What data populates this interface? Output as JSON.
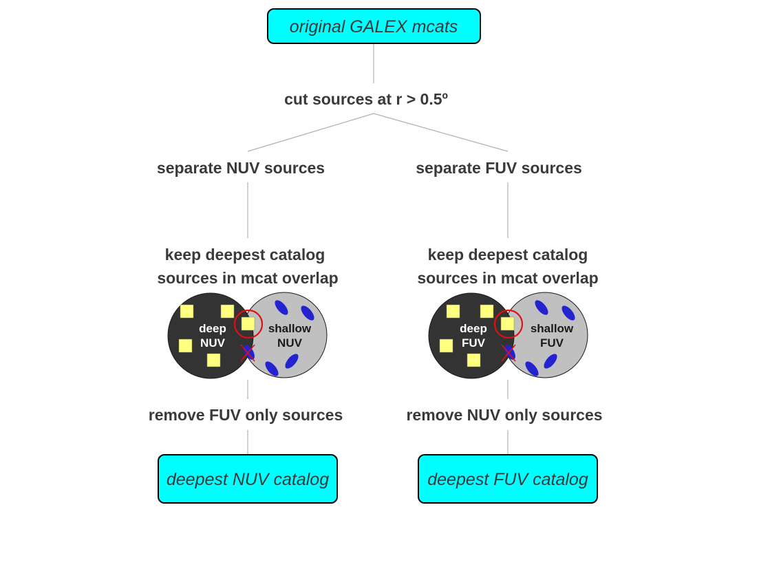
{
  "colors": {
    "box_fill": "#00ffff",
    "deep_circle": "#333333",
    "shallow_circle": "#c0c0c0",
    "square": "#ffff80",
    "ellipse": "#2323d0",
    "highlight": "#e01010",
    "connector": "#b0b0b0"
  },
  "nodes": {
    "top": "original GALEX mcats",
    "cut": "cut sources at r > 0.5º",
    "sep_nuv": "separate NUV sources",
    "sep_fuv": "separate FUV sources",
    "keep_nuv_1": "keep deepest catalog",
    "keep_nuv_2": "sources in mcat overlap",
    "keep_fuv_1": "keep deepest catalog",
    "keep_fuv_2": "sources in mcat overlap",
    "remove_fuv": "remove FUV only sources",
    "remove_nuv": "remove NUV only sources",
    "final_nuv": "deepest NUV catalog",
    "final_fuv": "deepest FUV catalog"
  },
  "venn_nuv": {
    "deep_1": "deep",
    "deep_2": "NUV",
    "shallow_1": "shallow",
    "shallow_2": "NUV"
  },
  "venn_fuv": {
    "deep_1": "deep",
    "deep_2": "FUV",
    "shallow_1": "shallow",
    "shallow_2": "FUV"
  }
}
